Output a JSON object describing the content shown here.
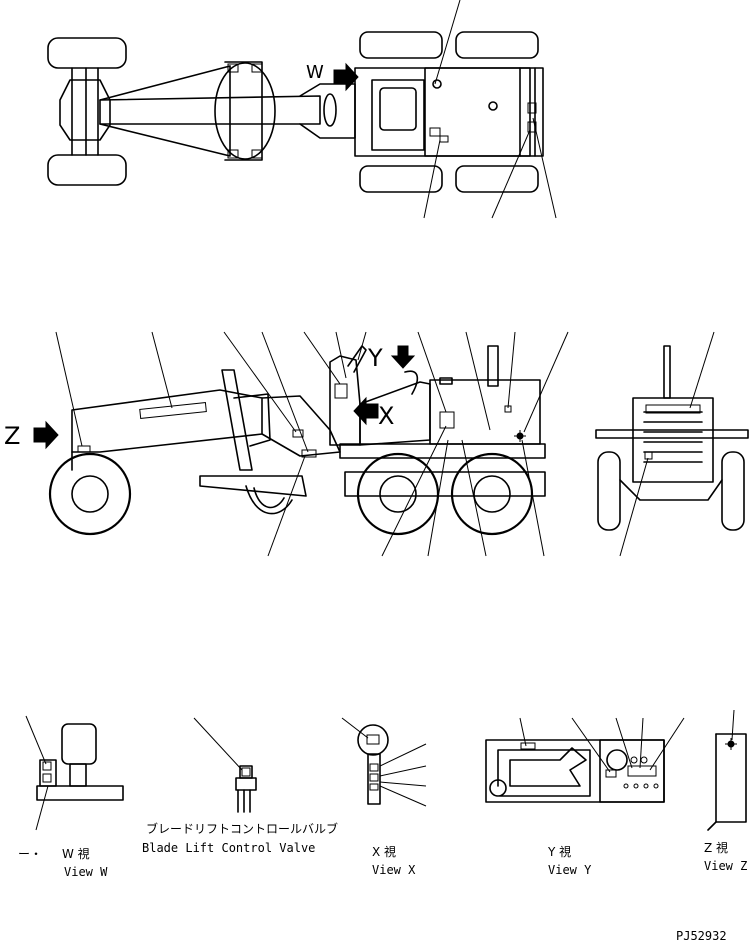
{
  "arrow_labels": {
    "w": "W",
    "x": "X",
    "y": "Y",
    "z": "Z"
  },
  "views": {
    "w": {
      "prefix": "ー・",
      "jp": "W 視",
      "en": "View W"
    },
    "blade": {
      "jp": "ブレードリフトコントロールバルブ",
      "en": "Blade Lift Control Valve"
    },
    "x": {
      "jp": "X 視",
      "en": "View X"
    },
    "y": {
      "jp": "Y 視",
      "en": "View Y"
    },
    "z": {
      "jp": "Z 視",
      "en": "View Z"
    }
  },
  "drawing_number": "PJ52932"
}
